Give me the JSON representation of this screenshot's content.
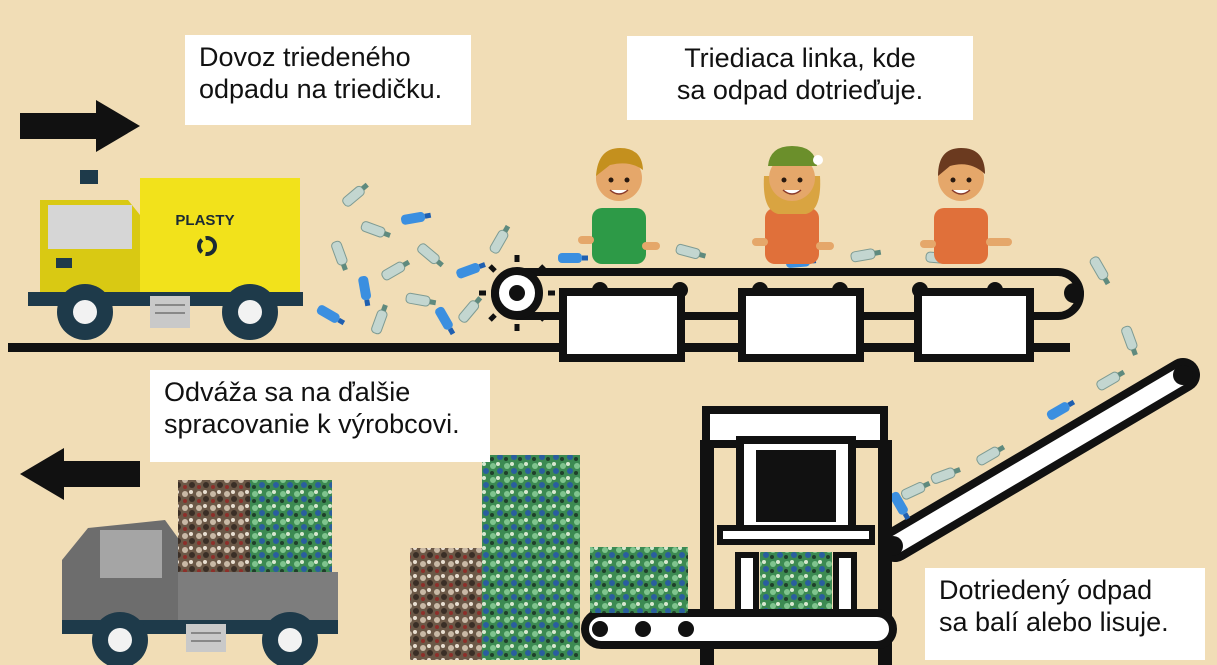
{
  "captions": {
    "import": {
      "line1": "Dovoz triedeného",
      "line2": "odpadu na triedičku."
    },
    "sorting_line": {
      "line1": "Triediaca linka, kde",
      "line2": "sa odpad dotrieďuje."
    },
    "transport": {
      "line1": "Odváža sa na ďalšie",
      "line2": "spracovanie k výrobcovi."
    },
    "press": {
      "line1": "Dotriedený odpad",
      "line2": "sa balí alebo lisuje."
    }
  },
  "truck_label": "PLASTY",
  "colors": {
    "background": "#f1ddb6",
    "truck_yellow": "#f2e21b",
    "truck_gray": "#7d7d7d",
    "shirt_green": "#2d9a47",
    "shirt_orange": "#e0703a",
    "bottle_blue": "#3b8fe0",
    "bottle_clear": "#b8c9c6"
  },
  "icons": [
    "arrow-right-icon",
    "arrow-left-icon",
    "recycling-icon"
  ]
}
